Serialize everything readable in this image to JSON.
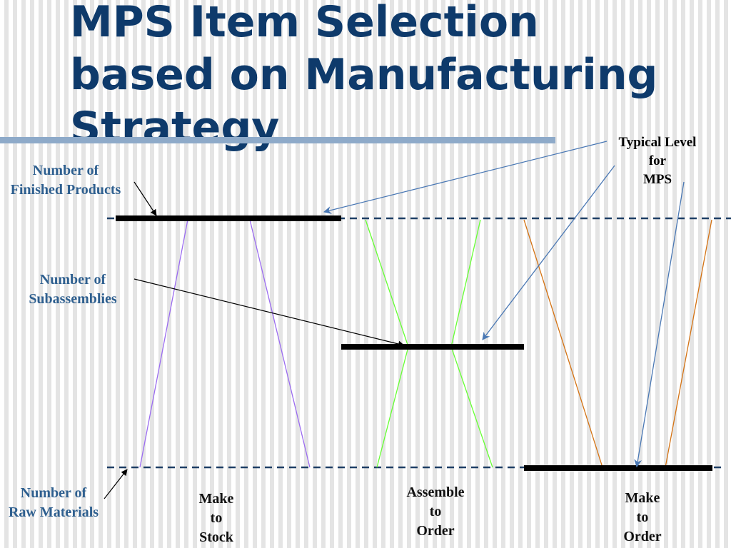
{
  "title": {
    "lines": [
      "MPS Item Selection",
      "based on Manufacturing",
      "Strategy"
    ]
  },
  "labels": {
    "finished_products": [
      "Number of",
      "Finished Products"
    ],
    "subassemblies": [
      "Number of",
      "Subassemblies"
    ],
    "raw_materials": [
      "Number of",
      "Raw Materials"
    ],
    "typical_level": [
      "Typical Level",
      "for",
      "MPS"
    ]
  },
  "strategies": {
    "make_to_stock": [
      "Make",
      "to",
      "Stock"
    ],
    "assemble_to_order": [
      "Assemble",
      "to",
      "Order"
    ],
    "make_to_order": [
      "Make",
      "to",
      "Order"
    ]
  },
  "colors": {
    "title": "#0e3a6b",
    "label_blue": "#2e5f8f",
    "title_rule": "#8eaac9",
    "dashed_line": "#1f3f66",
    "make_to_stock_lines": "#9b6cf0",
    "assemble_to_order_lines": "#66ff33",
    "make_to_order_lines": "#d47314",
    "pointer_arrows": "#4a78b4"
  }
}
